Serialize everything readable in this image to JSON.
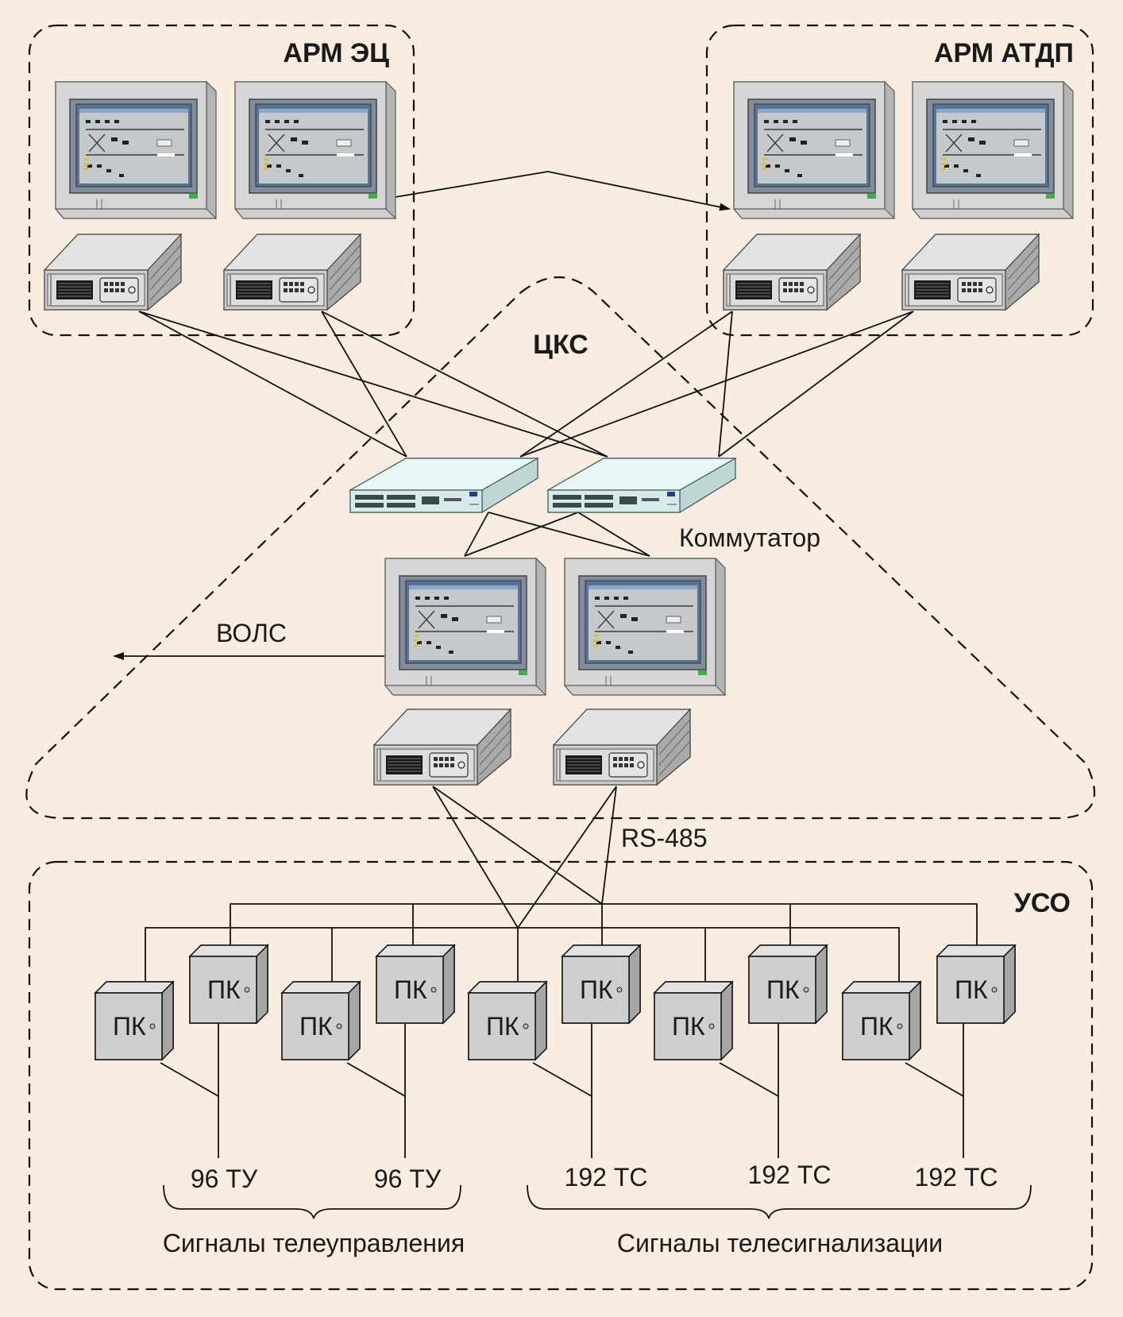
{
  "groups": {
    "arm_ec": "АРМ ЭЦ",
    "arm_atdp": "АРМ АТДП",
    "cks": "ЦКС",
    "uso": "УСО"
  },
  "labels": {
    "switch": "Коммутатор",
    "fiber": "ВОЛС",
    "rs485": "RS-485"
  },
  "pk_label": "ПК",
  "signals": {
    "tu_96_a": "96 ТУ",
    "tu_96_b": "96 ТУ",
    "ts_192_a": "192 ТС",
    "ts_192_b": "192 ТС",
    "ts_192_c": "192 ТС",
    "telecontrol_group": "Сигналы телеуправления",
    "telesignal_group": "Сигналы телесигнализации"
  },
  "colors": {
    "background": "#f8ede0",
    "device_gray": "#d4d4d4",
    "screen_blue": "#6d86a6",
    "switch_green": "#dff0ef",
    "led_green": "#3bb04a"
  },
  "icons": {
    "monitor": "monitor-icon",
    "server": "server-unit-icon",
    "switch": "network-switch-icon",
    "controller": "controller-box-icon"
  }
}
